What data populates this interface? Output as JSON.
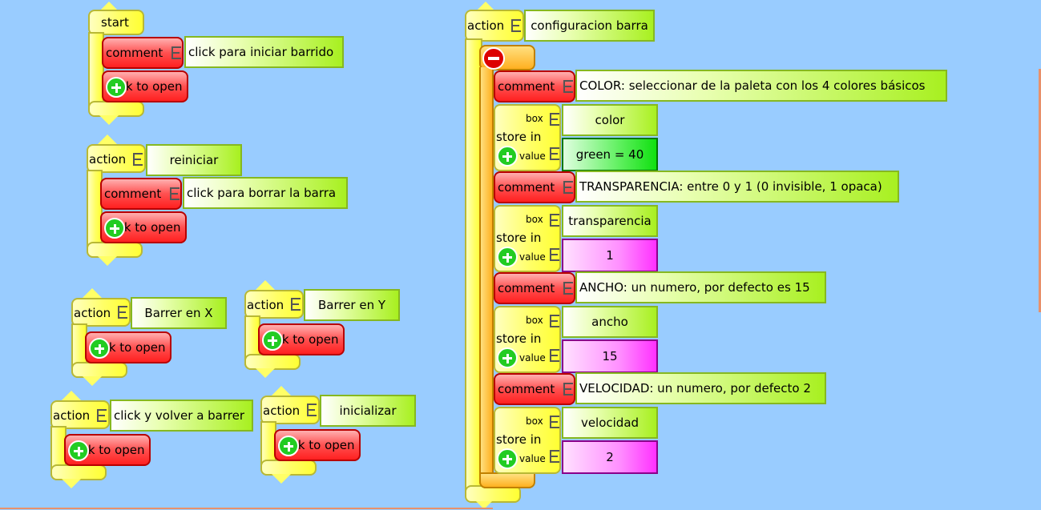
{
  "start_block": {
    "label": "start",
    "comment_label": "comment",
    "comment_text": "click para iniciar barrido",
    "open_label": "click to open"
  },
  "reiniciar_block": {
    "label": "action",
    "name": "reiniciar",
    "comment_label": "comment",
    "comment_text": "click para borrar la barra",
    "open_label": "click to open"
  },
  "barrer_x_block": {
    "label": "action",
    "name": "Barrer en X",
    "open_label": "click to open"
  },
  "barrer_y_block": {
    "label": "action",
    "name": "Barrer en Y",
    "open_label": "click to open"
  },
  "volver_block": {
    "label": "action",
    "name": "click y volver a barrer",
    "open_label": "click to open"
  },
  "inicializar_block": {
    "label": "action",
    "name": "inicializar",
    "open_label": "click to open"
  },
  "config_block": {
    "label": "action",
    "name": "configuracion barra",
    "rows": [
      {
        "type": "comment",
        "label": "comment",
        "text": "COLOR: seleccionar de la paleta con los 4 colores básicos"
      },
      {
        "type": "store",
        "store_label": "store in",
        "box_label": "box",
        "box_name": "color",
        "value_label": "value",
        "value": "green = 40",
        "value_color": "green"
      },
      {
        "type": "comment",
        "label": "comment",
        "text": "TRANSPARENCIA: entre 0 y 1 (0 invisible, 1 opaca)"
      },
      {
        "type": "store",
        "store_label": "store in",
        "box_label": "box",
        "box_name": "transparencia",
        "value_label": "value",
        "value": "1",
        "value_color": "magenta"
      },
      {
        "type": "comment",
        "label": "comment",
        "text": "ANCHO: un numero, por defecto es 15"
      },
      {
        "type": "store",
        "store_label": "store in",
        "box_label": "box",
        "box_name": "ancho",
        "value_label": "value",
        "value": "15",
        "value_color": "magenta"
      },
      {
        "type": "comment",
        "label": "comment",
        "text": "VELOCIDAD: un numero, por defecto 2"
      },
      {
        "type": "store",
        "store_label": "store in",
        "box_label": "box",
        "box_name": "velocidad",
        "value_label": "value",
        "value": "2",
        "value_color": "magenta"
      }
    ]
  },
  "colors": {
    "background": "#99ccff",
    "flow": "#ffff66",
    "comment": "#ff4040",
    "name": "#a8f020",
    "number": "#ff40ff"
  }
}
